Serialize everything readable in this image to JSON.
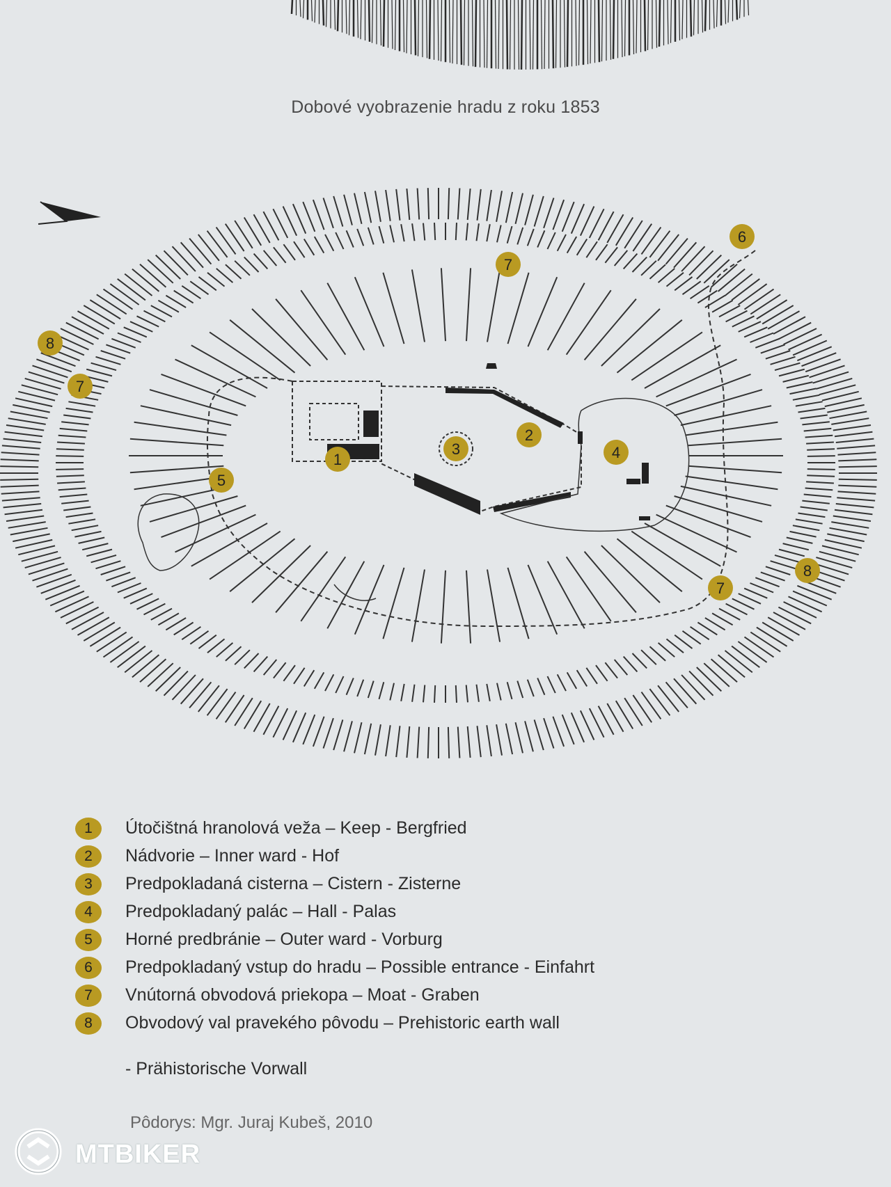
{
  "caption": "Dobové vyobrazenie hradu z roku 1853",
  "map_markers": [
    {
      "num": "1"
    },
    {
      "num": "2"
    },
    {
      "num": "3"
    },
    {
      "num": "4"
    },
    {
      "num": "5"
    },
    {
      "num": "6"
    },
    {
      "num": "7"
    },
    {
      "num": "7"
    },
    {
      "num": "7"
    },
    {
      "num": "8"
    },
    {
      "num": "8"
    }
  ],
  "legend": [
    {
      "num": "1",
      "text": "Útočištná hranolová veža – Keep - Bergfried"
    },
    {
      "num": "2",
      "text": "Nádvorie – Inner ward - Hof"
    },
    {
      "num": "3",
      "text": "Predpokladaná cisterna – Cistern - Zisterne"
    },
    {
      "num": "4",
      "text": "Predpokladaný palác – Hall - Palas"
    },
    {
      "num": "5",
      "text": "Horné predbránie – Outer ward - Vorburg"
    },
    {
      "num": "6",
      "text": "Predpokladaný vstup do hradu – Possible entrance - Einfahrt"
    },
    {
      "num": "7",
      "text": "Vnútorná obvodová priekopa – Moat - Graben"
    },
    {
      "num": "8",
      "text": "Obvodový val pravekého pôvodu – Prehistoric earth wall"
    }
  ],
  "legend_continuation": "- Prähistorische Vorwall",
  "credit": "Pôdorys: Mgr. Juraj Kubeš, 2010",
  "watermark": "MTBIKER",
  "colors": {
    "marker": "#b99a22",
    "background": "#e4e7e9",
    "ink": "#222222"
  },
  "icons": [
    "north-arrow-icon",
    "mtbiker-logo-icon"
  ]
}
